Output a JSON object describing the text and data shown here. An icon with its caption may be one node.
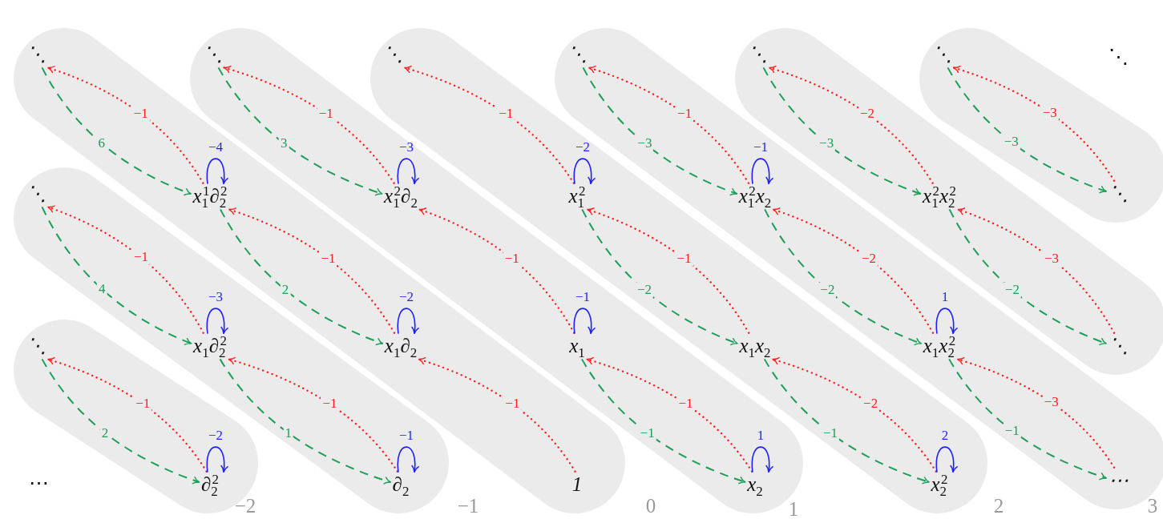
{
  "diagram": {
    "nodes": [
      {
        "text": [
          "⋱"
        ]
      },
      {
        "text": [
          "⋱"
        ]
      },
      {
        "text": [
          "⋱"
        ]
      },
      {
        "text": [
          "⋱"
        ]
      },
      {
        "text": [
          "⋱"
        ]
      },
      {
        "text": [
          "⋱"
        ]
      },
      {
        "text": [
          "⋱"
        ]
      },
      {
        "text": [
          "x$_{1}$$^{1}$∂$_{2}$$^{2}$"
        ]
      },
      {
        "text": [
          "x$_{1}$$^{2}$∂$_{2}$"
        ]
      },
      {
        "text": [
          "x$_{1}$$^{2}$"
        ]
      },
      {
        "text": [
          "x$_{1}$$^{2}$x$_{2}$"
        ]
      },
      {
        "text": [
          "x$_{1}$$^{2}$x$_{2}$$^{2}$"
        ]
      },
      {
        "text": [
          "⋱"
        ]
      },
      {
        "text": [
          "⋱"
        ]
      },
      {
        "text": [
          "x$_{1}$∂$_{2}$$^{2}$"
        ]
      },
      {
        "text": [
          "x$_{1}$∂$_{2}$"
        ]
      },
      {
        "text": [
          "x$_{1}$"
        ]
      },
      {
        "text": [
          "x$_{1}$x$_{2}$"
        ]
      },
      {
        "text": [
          "x$_{1}$x$_{2}$$^{2}$"
        ]
      },
      {
        "text": [
          "⋱"
        ]
      },
      {
        "text": [
          "∂$_{2}$$^{2}$"
        ]
      },
      {
        "text": [
          "∂$_{2}$"
        ]
      },
      {
        "text": [
          "1"
        ]
      },
      {
        "text": [
          "x$_{2}$"
        ]
      },
      {
        "text": [
          "x$_{2}$$^{2}$"
        ]
      },
      {
        "text": [
          "⋯"
        ]
      }
    ],
    "edges": [
      {
        "from": 13,
        "to": 20,
        "arrow": "to",
        "label": "2",
        "style": "dashed",
        "color": "#1e9e5a"
      },
      {
        "from": 20,
        "to": 13,
        "arrow": "to",
        "label": "−1",
        "style": "dashed"
      },
      {
        "from": 6,
        "to": 14,
        "arrow": "to",
        "label": "4",
        "style": "dashed",
        "color": "#1e9e5a"
      },
      {
        "from": 14,
        "to": 6,
        "arrow": "to",
        "label": "−1",
        "style": "dashed"
      },
      {
        "from": 14,
        "to": 21,
        "arrow": "to",
        "label": "1",
        "style": "dashed",
        "color": "#1e9e5a"
      },
      {
        "from": 21,
        "to": 14,
        "arrow": "to",
        "label": "−1",
        "style": "dashed"
      },
      {
        "from": 0,
        "to": 7,
        "arrow": "to",
        "label": "6",
        "style": "dashed",
        "color": "#1e9e5a"
      },
      {
        "from": 7,
        "to": 0,
        "arrow": "to",
        "label": "−1",
        "style": "dashed"
      },
      {
        "from": 7,
        "to": 15,
        "arrow": "to",
        "label": "2",
        "style": "dashed",
        "color": "#1e9e5a"
      },
      {
        "from": 15,
        "to": 7,
        "arrow": "to",
        "label": "−1",
        "style": "dashed"
      },
      {
        "from": 22,
        "to": 15,
        "arrow": "to",
        "label": "−1",
        "style": "dashed"
      },
      {
        "from": 1,
        "to": 8,
        "arrow": "to",
        "label": "3",
        "style": "dashed",
        "color": "#1e9e5a"
      },
      {
        "from": 8,
        "to": 1,
        "arrow": "to",
        "label": "−1",
        "style": "dashed"
      },
      {
        "from": 16,
        "to": 8,
        "arrow": "to",
        "label": "−1",
        "style": "dashed"
      },
      {
        "from": 16,
        "to": 23,
        "arrow": "to",
        "label": "−1",
        "style": "dashed",
        "color": "#1e9e5a"
      },
      {
        "from": 23,
        "to": 16,
        "arrow": "to",
        "label": "−1",
        "style": "dashed"
      },
      {
        "from": 9,
        "to": 2,
        "arrow": "to",
        "label": "−1",
        "style": "dashed"
      },
      {
        "from": 9,
        "to": 17,
        "arrow": "to",
        "label": "−2",
        "style": "dashed",
        "color": "#1e9e5a"
      },
      {
        "from": 17,
        "to": 9,
        "arrow": "to",
        "label": "−1",
        "style": "dashed"
      },
      {
        "from": 17,
        "to": 24,
        "arrow": "to",
        "label": "−1",
        "style": "dashed",
        "color": "#1e9e5a"
      },
      {
        "from": 24,
        "to": 17,
        "arrow": "to",
        "label": "−2",
        "style": "dashed"
      },
      {
        "from": 3,
        "to": 10,
        "arrow": "to",
        "label": "−3",
        "style": "dashed",
        "color": "#1e9e5a"
      },
      {
        "from": 10,
        "to": 3,
        "arrow": "to",
        "label": "−1",
        "style": "dashed"
      },
      {
        "from": 10,
        "to": 18,
        "arrow": "to",
        "label": "−2",
        "style": "dashed",
        "color": "#1e9e5a"
      },
      {
        "from": 18,
        "to": 10,
        "arrow": "to",
        "label": "−2",
        "style": "dashed"
      },
      {
        "from": 18,
        "to": 25,
        "arrow": "to",
        "label": "−1",
        "style": "dashed",
        "color": "#1e9e5a"
      },
      {
        "from": 25,
        "to": 18,
        "arrow": "to",
        "label": "−3",
        "style": "dashed"
      },
      {
        "from": 4,
        "to": 11,
        "arrow": "to",
        "label": "−3",
        "style": "dashed",
        "color": "#1e9e5a"
      },
      {
        "from": 11,
        "to": 4,
        "arrow": "to",
        "label": "−2",
        "style": "dashed"
      },
      {
        "from": 11,
        "to": 19,
        "arrow": "to",
        "label": "−2",
        "style": "dashed",
        "color": "#1e9e5a"
      },
      {
        "from": 19,
        "to": 11,
        "arrow": "to",
        "label": "−3",
        "style": "dashed"
      },
      {
        "from": 5,
        "to": 12,
        "arrow": "to",
        "label": "−3",
        "style": "dashed",
        "color": "#1e9e5a"
      },
      {
        "from": 12,
        "to": 5,
        "arrow": "to",
        "label": "−3",
        "style": "dashed"
      },
      {
        "from": 7,
        "to": 7,
        "arrow": "to",
        "label": "−4",
        "color": "#1f1fff"
      },
      {
        "from": 8,
        "to": 8,
        "arrow": "to",
        "label": "−3",
        "color": "#1f1fff"
      },
      {
        "from": 9,
        "to": 9,
        "arrow": "to",
        "label": "−2",
        "color": "#1f1fff"
      },
      {
        "from": 10,
        "to": 10,
        "arrow": "to",
        "label": "−1",
        "color": "#1f1fff"
      },
      {
        "from": 14,
        "to": 14,
        "arrow": "to",
        "label": "−3",
        "color": "#1f1fff"
      },
      {
        "from": 15,
        "to": 15,
        "arrow": "to",
        "label": "−2",
        "color": "#1f1fff"
      },
      {
        "from": 16,
        "to": 16,
        "arrow": "to",
        "label": "−1",
        "color": "#1f1fff"
      },
      {
        "from": 18,
        "to": 18,
        "arrow": "to",
        "label": "1",
        "color": "#1f1fff"
      },
      {
        "from": 20,
        "to": 20,
        "arrow": "to",
        "label": "−2",
        "color": "#1f1fff"
      },
      {
        "from": 21,
        "to": 21,
        "arrow": "to",
        "label": "−1",
        "color": "#1f1fff"
      },
      {
        "from": 23,
        "to": 23,
        "arrow": "to",
        "label": "1",
        "color": "#1f1fff"
      },
      {
        "from": 24,
        "to": 24,
        "arrow": "to",
        "label": "2",
        "color": "#1f1fff"
      }
    ],
    "labels": [
      "⋱",
      "⋯",
      "−2",
      "−1",
      "0",
      "1",
      "2",
      "3"
    ]
  }
}
